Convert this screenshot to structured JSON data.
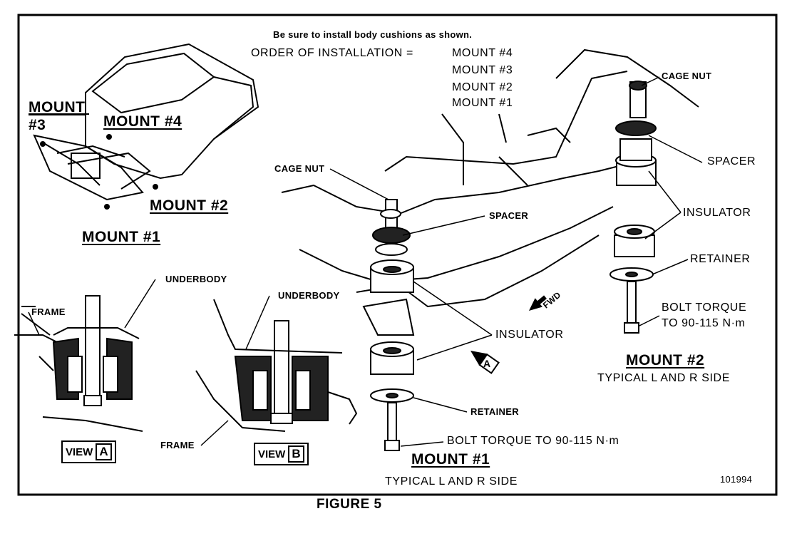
{
  "header": {
    "note": "Be sure to install body cushions as shown.",
    "order_label": "ORDER OF INSTALLATION =",
    "order": [
      "MOUNT #4",
      "MOUNT #3",
      "MOUNT #2",
      "MOUNT #1"
    ]
  },
  "vehicle_inset": {
    "mount4": "MOUNT #4",
    "mount3_line1": "MOUNT",
    "mount3_line2": "#3",
    "mount2": "MOUNT #2",
    "mount1": "MOUNT #1"
  },
  "views": {
    "underbody_a": "UNDERBODY",
    "frame_a": "FRAME",
    "view_a_word": "VIEW",
    "view_a_letter": "A",
    "underbody_b": "UNDERBODY",
    "frame_b": "FRAME",
    "view_b_word": "VIEW",
    "view_b_letter": "B"
  },
  "main": {
    "cage_nut_left": "CAGE NUT",
    "spacer_left": "SPACER",
    "insulator_center": "INSULATOR",
    "retainer_left": "RETAINER",
    "bolt_torque_left": "BOLT TORQUE TO 90-115 N·m",
    "mount1_title": "MOUNT #1",
    "mount1_sub": "TYPICAL L AND R SIDE",
    "cage_nut_right": "CAGE NUT",
    "spacer_right": "SPACER",
    "insulator_right": "INSULATOR",
    "retainer_right": "RETAINER",
    "bolt_torque_right_1": "BOLT TORQUE",
    "bolt_torque_right_2": "TO 90-115 N·m",
    "mount2_title": "MOUNT #2",
    "mount2_sub": "TYPICAL L AND R SIDE",
    "fwd": "FWD",
    "arrow_a": "A",
    "figure_number": "101994"
  },
  "caption": "FIGURE 5"
}
